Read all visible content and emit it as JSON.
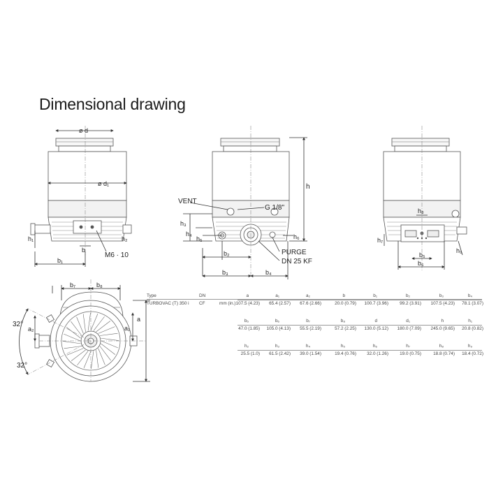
{
  "title": "Dimensional drawing",
  "labels": {
    "od": "ø d",
    "od1": "ø d₁",
    "h1": "h₁",
    "h2": "h₂",
    "b": "b",
    "b1": "b₁",
    "m6": "M6 · 10",
    "vent": "VENT",
    "g18": "G 1/8\"",
    "h": "h",
    "h3": "h₃",
    "h4": "h₄",
    "h5": "h₅",
    "h6": "h₆",
    "b2": "b₂",
    "b3": "b₃",
    "b4": "b₄",
    "purge": "PURGE",
    "dn25": "DN 25 KF",
    "h8": "h₈",
    "h7": "h₇",
    "h9": "h₉",
    "b5": "b₅",
    "b6": "b₆",
    "b7": "b₇",
    "b8": "b₈",
    "a": "a",
    "a1": "a₁",
    "a2": "a₂",
    "deg32a": "32°",
    "deg32b": "32°"
  },
  "table": {
    "head": {
      "type": "Type",
      "dn": "DN"
    },
    "row": {
      "type": "TURBOVAC (T) 350 i",
      "dn": "CF",
      "unit": "mm (in.)"
    },
    "rows": [
      {
        "symbols": [
          "a",
          "a₁",
          "a₂",
          "b",
          "b₁",
          "b₂",
          "b₃",
          "b₄"
        ],
        "values": [
          "107.5 (4.23)",
          "65.4 (2.57)",
          "67.6 (2.66)",
          "20.0 (0.79)",
          "100.7 (3.96)",
          "99.2 (3.91)",
          "107.5 (4.23)",
          "78.1 (3.07)"
        ]
      },
      {
        "symbols": [
          "b₅",
          "b₆",
          "b₇",
          "b₈",
          "d",
          "d₁",
          "h",
          "h₁"
        ],
        "values": [
          "47.0 (1.85)",
          "105.0 (4.13)",
          "55.5 (2.19)",
          "57.2 (2.25)",
          "130.0 (5.12)",
          "180.0 (7.09)",
          "245.0 (9.65)",
          "20.8 (0.82)"
        ]
      },
      {
        "symbols": [
          "h₂",
          "h₃",
          "h₄",
          "h₅",
          "h₆",
          "h₇",
          "h₈",
          "h₉"
        ],
        "values": [
          "25.5 (1.0)",
          "61.5 (2.42)",
          "39.0 (1.54)",
          "19.4 (0.76)",
          "32.0 (1.26)",
          "19.0 (0.75)",
          "18.8 (0.74)",
          "18.4 (0.72)"
        ]
      }
    ]
  }
}
